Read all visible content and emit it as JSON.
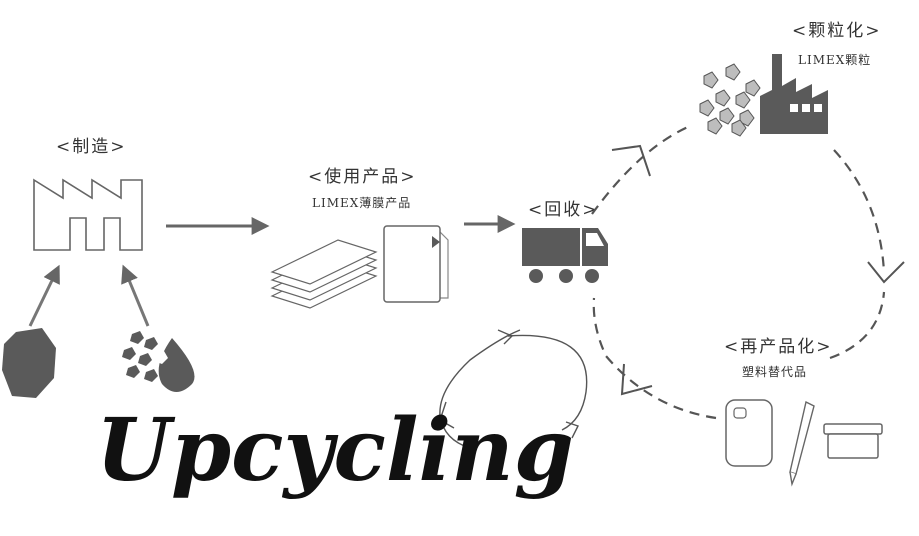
{
  "steps": {
    "manufacture": {
      "label": "<制造>"
    },
    "use": {
      "label": "<使用产品>",
      "sub": "LIMEX薄膜产品"
    },
    "recover": {
      "label": "<回收>"
    },
    "pelletize": {
      "label": "<颗粒化>",
      "sub": "LIMEX颗粒"
    },
    "reproduce": {
      "label": "<再产品化>",
      "sub": "塑料替代品"
    }
  },
  "title": "Upcycling",
  "colors": {
    "ink": "#333333",
    "fill_dark": "#5a5a5a",
    "fill_light": "#bdbdbd",
    "stroke": "#555555"
  }
}
